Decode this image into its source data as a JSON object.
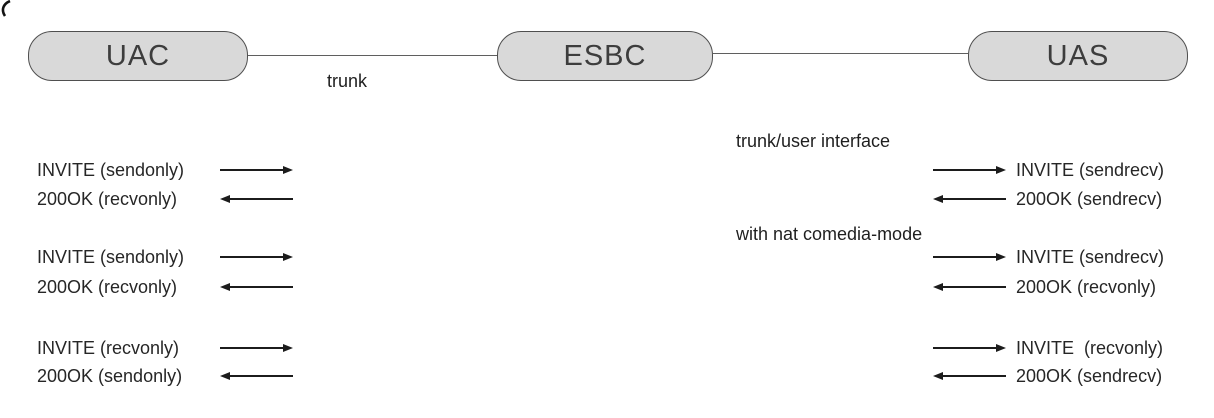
{
  "nodes": [
    {
      "label": "UAC"
    },
    {
      "label": "ESBC"
    },
    {
      "label": "UAS"
    }
  ],
  "links": [
    {
      "label": "trunk"
    },
    {
      "label_line1": "trunk/user interface",
      "label_line2": "with nat comedia-mode"
    }
  ],
  "exchanges": {
    "left": [
      {
        "request": "INVITE (sendonly)",
        "response": "200OK (recvonly)"
      },
      {
        "request": "INVITE (sendonly)",
        "response": "200OK (recvonly)"
      },
      {
        "request": "INVITE (recvonly)",
        "response": "200OK (sendonly)"
      }
    ],
    "right": [
      {
        "request": "INVITE (sendrecv)",
        "response": "200OK (sendrecv)"
      },
      {
        "request": "INVITE (sendrecv)",
        "response": "200OK (recvonly)"
      },
      {
        "request": "INVITE  (recvonly)",
        "response": "200OK (sendrecv)"
      }
    ]
  },
  "icons": {
    "arrow_right": "arrow-right-icon",
    "arrow_left": "arrow-left-icon"
  },
  "colors": {
    "node_fill": "#d9d9d9",
    "node_border": "#4f4f4f",
    "connector_line": "#5f5f5f",
    "arrow": "#1c1c1c",
    "text": "#262626"
  }
}
